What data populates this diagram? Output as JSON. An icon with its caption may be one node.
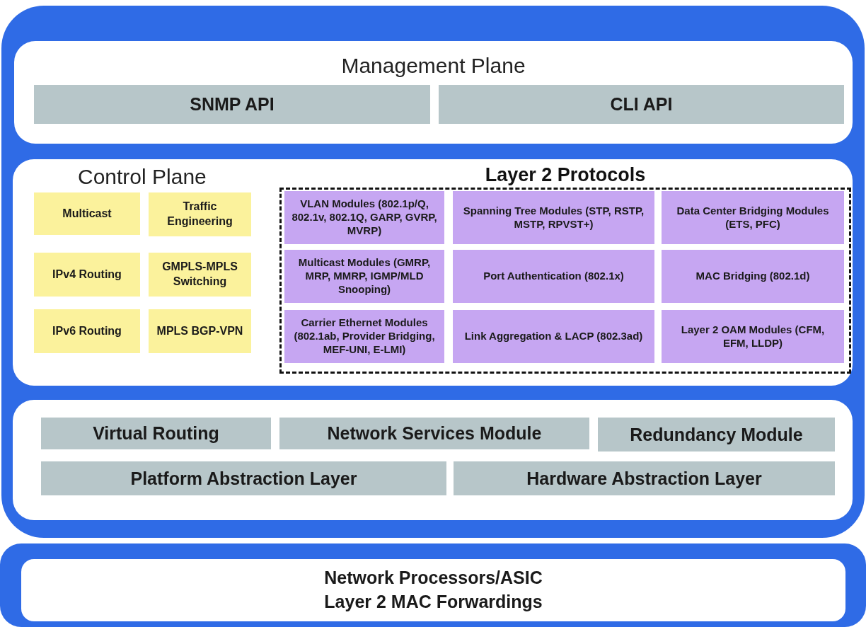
{
  "diagram": {
    "nodes": [
      {
        "text": [],
        "shape": "box"
      },
      {
        "text": [
          "Management Plane"
        ],
        "in": 0
      },
      {
        "text": [
          "SNMP API"
        ],
        "in": 1
      },
      {
        "text": [
          "CLI API"
        ],
        "in": 1
      },
      {
        "text": [
          "Control Plane"
        ],
        "in": 0
      },
      {
        "text": [
          "Multicast"
        ],
        "in": 4
      },
      {
        "text": [
          "Traffic Engineering"
        ],
        "in": 4
      },
      {
        "text": [
          "IPv4 Routing"
        ],
        "in": 4
      },
      {
        "text": [
          "GMPLS-MPLS Switching"
        ],
        "in": 4
      },
      {
        "text": [
          "IPv6 Routing"
        ],
        "in": 4
      },
      {
        "text": [
          "MPLS BGP-VPN"
        ],
        "in": 4
      },
      {
        "text": [
          "Layer 2 Protocols"
        ],
        "in": 4
      },
      {
        "text": [
          "VLAN Modules (802.1p/Q, 802.1v, 802.1Q, GARP, GVRP, MVRP)"
        ],
        "in": 11
      },
      {
        "text": [
          "Spanning Tree Modules (STP, RSTP, MSTP, RPVST+)"
        ],
        "in": 11
      },
      {
        "text": [
          "Data Center Bridging Modules (ETS, PFC)"
        ],
        "in": 11
      },
      {
        "text": [
          "Multicast Modules (GMRP, MRP, MMRP, IGMP/MLD Snooping)"
        ],
        "in": 11
      },
      {
        "text": [
          "Port Authentication (802.1x)"
        ],
        "in": 11
      },
      {
        "text": [
          "MAC Bridging (802.1d)"
        ],
        "in": 11
      },
      {
        "text": [
          "Carrier Ethernet Modules (802.1ab, Provider Bridging, MEF-UNI, E-LMI)"
        ],
        "in": 11
      },
      {
        "text": [
          "Link Aggregation & LACP (802.3ad)"
        ],
        "in": 11
      },
      {
        "text": [
          "Layer 2 OAM Modules (CFM, EFM, LLDP)"
        ],
        "in": 11
      },
      {
        "text": [],
        "shape": "box",
        "in": 0
      },
      {
        "text": [
          "Virtual Routing"
        ],
        "in": 21
      },
      {
        "text": [
          "Network Services Module"
        ],
        "in": 21
      },
      {
        "text": [
          "Redundancy Module"
        ],
        "in": 21
      },
      {
        "text": [
          "Platform Abstraction Layer"
        ],
        "in": 21
      },
      {
        "text": [
          "Hardware Abstraction Layer"
        ],
        "in": 21
      },
      {
        "text": [],
        "shape": "box"
      },
      {
        "text": [
          "Network Processors/ASIC",
          "Layer 2 MAC Forwardings"
        ],
        "in": 27
      }
    ],
    "edges": []
  }
}
